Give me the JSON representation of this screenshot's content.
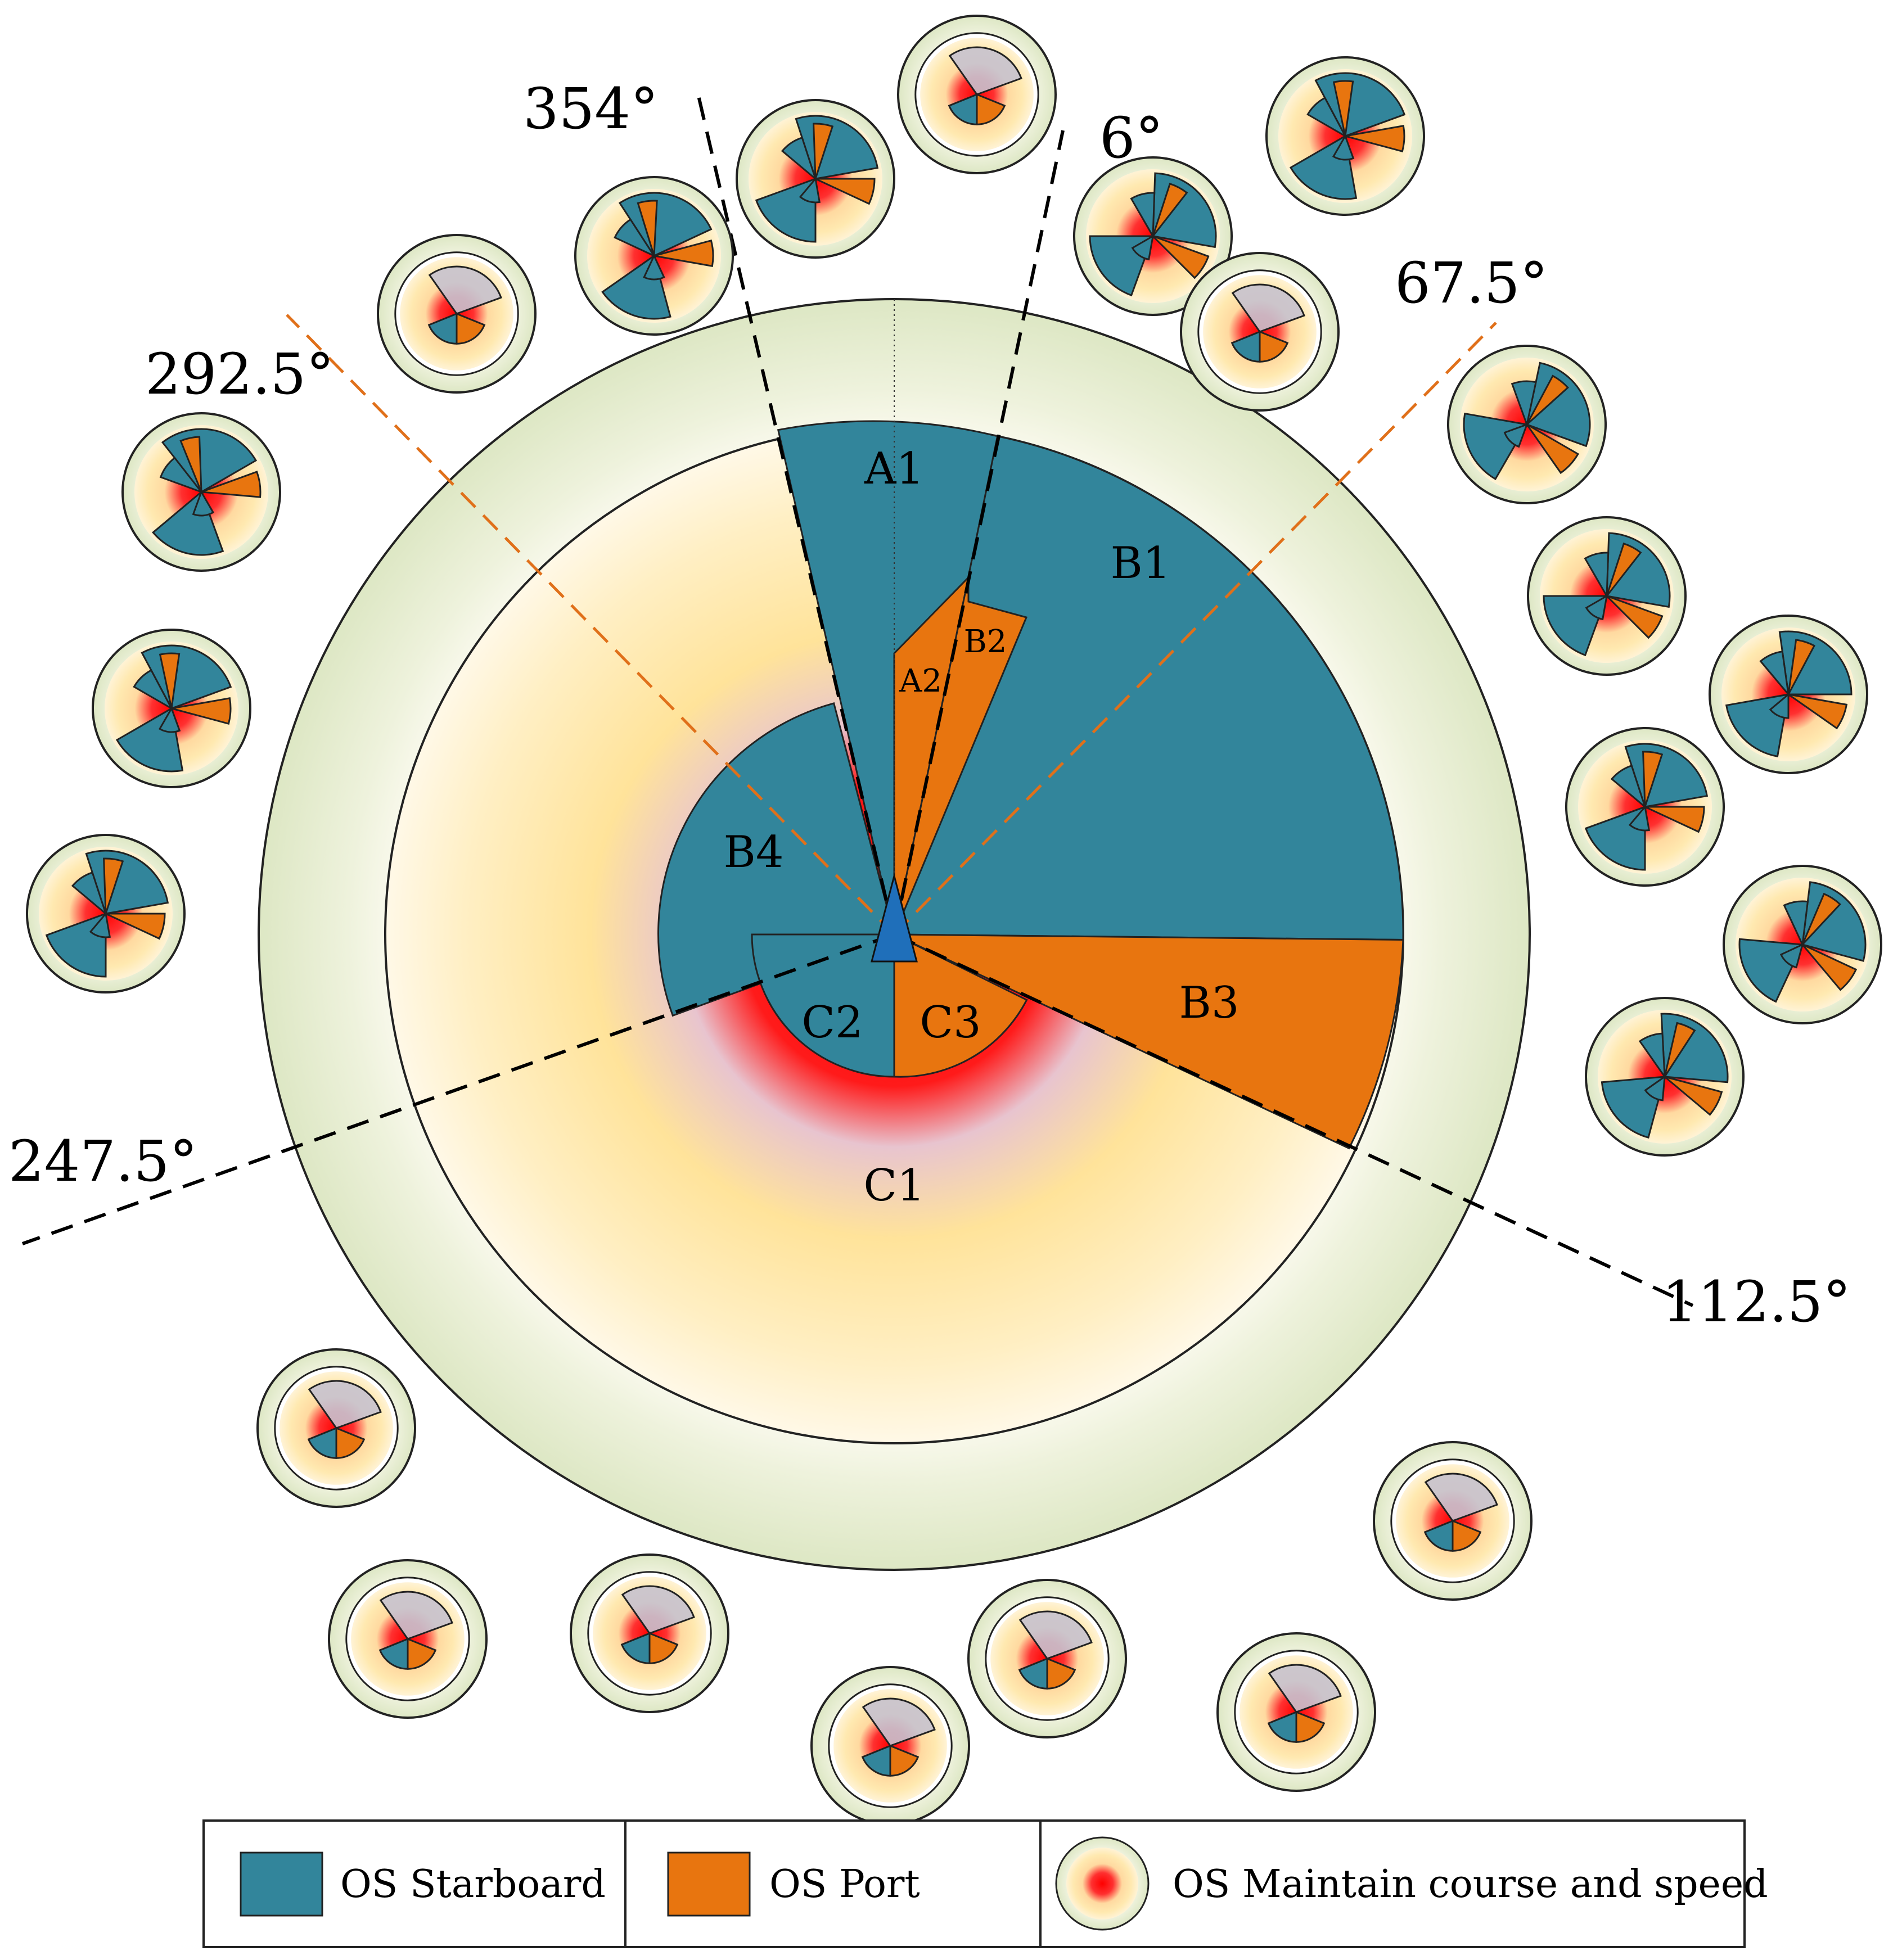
{
  "colors": {
    "starboard": "#32859b",
    "port": "#e8750f",
    "maintain_center": "#ff0000",
    "maintain_mid": "#ffe39a",
    "outer_ring": "#e4ecd1",
    "ring_stroke": "#222222",
    "boundary_black": "#000000",
    "boundary_orange": "#e0701a",
    "own_ship": "#1f6fba"
  },
  "angles": {
    "a354": "354°",
    "a6": "6°",
    "a67": "67.5°",
    "a292": "292.5°",
    "a247": "247.5°",
    "a112": "112.5°"
  },
  "sectors": {
    "A1": "A1",
    "A2": "A2",
    "B1": "B1",
    "B2": "B2",
    "B3": "B3",
    "B4": "B4",
    "C1": "C1",
    "C2": "C2",
    "C3": "C3"
  },
  "legend": {
    "starboard": "OS Starboard",
    "port": "OS Port",
    "maintain": "OS Maintain course and speed"
  },
  "icons": {
    "own_ship": "triangle-ship-icon"
  }
}
